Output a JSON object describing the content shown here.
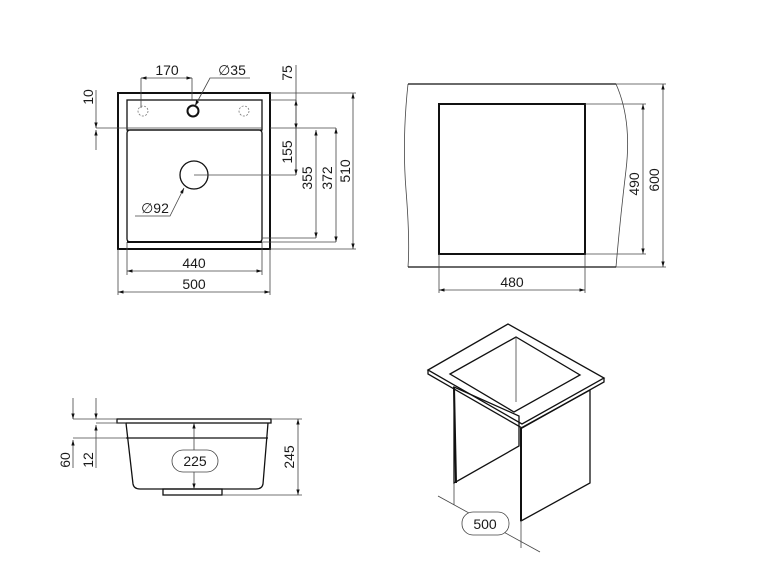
{
  "top_view": {
    "width_outer": "500",
    "width_inner": "440",
    "tap_hole_offset": "170",
    "tap_hole_diameter": "∅35",
    "drain_diameter": "∅92",
    "rim_offset_left": "10",
    "tap_hole_from_edge": "75",
    "drain_from_top": "155",
    "drain_to_bottom": "355",
    "bowl_length": "372",
    "length_outer": "510"
  },
  "cutout_view": {
    "cutout_width": "480",
    "cutout_length": "490",
    "cabinet_depth": "600"
  },
  "side_view": {
    "rim_height": "60",
    "rim_thickness": "12",
    "bowl_depth": "225",
    "total_height": "245"
  },
  "iso_view": {
    "cabinet_width": "500"
  }
}
